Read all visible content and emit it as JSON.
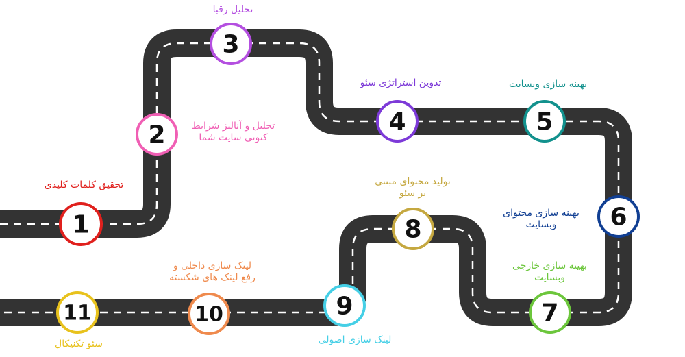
{
  "roadmap": {
    "road_color": "#333333",
    "lane_color": "#ffffff",
    "steps": [
      {
        "number": "1",
        "label": "تحقیق کلمات کلیدی",
        "color": "#e0201d"
      },
      {
        "number": "2",
        "label": "تحلیل و آنالیز شرایط کنونی سایت شما",
        "label_lines": [
          "تحلیل و آنالیز شرایط",
          "کنونی سایت شما"
        ],
        "color": "#f05fb4"
      },
      {
        "number": "3",
        "label": "تحلیل رقبا",
        "color": "#b44fe0"
      },
      {
        "number": "4",
        "label": "تدوین استراتژی سئو",
        "color": "#7d3ad8"
      },
      {
        "number": "5",
        "label": "بهینه سازی وبسایت",
        "color": "#12918d"
      },
      {
        "number": "6",
        "label": "بهینه سازی محتوای وبسایت",
        "label_lines": [
          "بهینه سازی محتوای",
          "وبسایت"
        ],
        "color": "#113f93"
      },
      {
        "number": "7",
        "label": "بهینه سازی خارجی وبسایت",
        "label_lines": [
          "بهینه سازی خارجی",
          "وبسایت"
        ],
        "color": "#6cc63c"
      },
      {
        "number": "8",
        "label": "تولید محتوای مبتنی بر سئو",
        "label_lines": [
          "تولید محتوای مبتنی",
          "بر سئو"
        ],
        "color": "#c5a840"
      },
      {
        "number": "9",
        "label": "لینک سازی اصولی",
        "color": "#45cfe6"
      },
      {
        "number": "10",
        "label": "لینک سازی داخلی و رفع لینک های شکسته",
        "label_lines": [
          "لینک سازی داخلی و",
          "رفع لینک های شکسته"
        ],
        "color": "#ef8a4d"
      },
      {
        "number": "11",
        "label": "سئو تکنیکال",
        "color": "#e8c21d"
      }
    ]
  }
}
